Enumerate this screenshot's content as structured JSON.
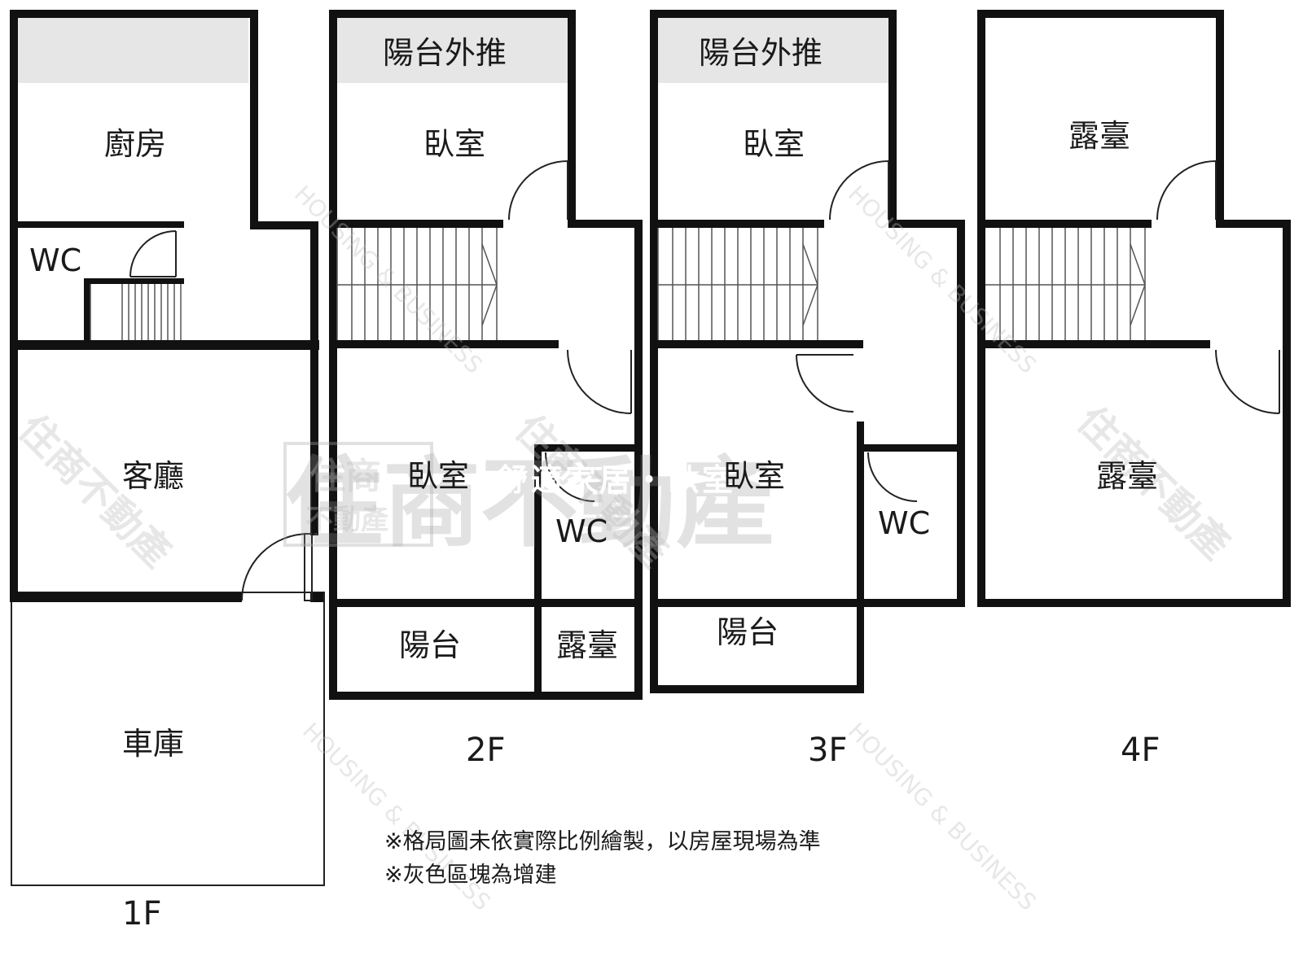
{
  "watermark": {
    "brand": "住商不動產",
    "logo_top": "住商",
    "logo_bottom": "不動產",
    "english": "HOUSING & BUSINESS"
  },
  "caption": "舒適家居・臥室",
  "floors": {
    "f1": {
      "label": "1F",
      "rooms": {
        "kitchen": "廚房",
        "wc": "WC",
        "living": "客廳",
        "garage": "車庫"
      }
    },
    "f2": {
      "label": "2F",
      "rooms": {
        "balcony_ext": "陽台外推",
        "bedroom_top": "臥室",
        "bedroom_mid": "臥室",
        "wc": "WC",
        "balcony": "陽台",
        "terrace": "露臺"
      }
    },
    "f3": {
      "label": "3F",
      "rooms": {
        "balcony_ext": "陽台外推",
        "bedroom_top": "臥室",
        "bedroom_mid": "臥室",
        "wc": "WC",
        "balcony": "陽台"
      }
    },
    "f4": {
      "label": "4F",
      "rooms": {
        "terrace_top": "露臺",
        "terrace_main": "露臺"
      }
    }
  },
  "notes": [
    "※格局圖未依實際比例繪製，以房屋現場為準",
    "※灰色區塊為增建"
  ],
  "colors": {
    "addition_gray": "#e6e6e6",
    "wall": "#111111"
  }
}
